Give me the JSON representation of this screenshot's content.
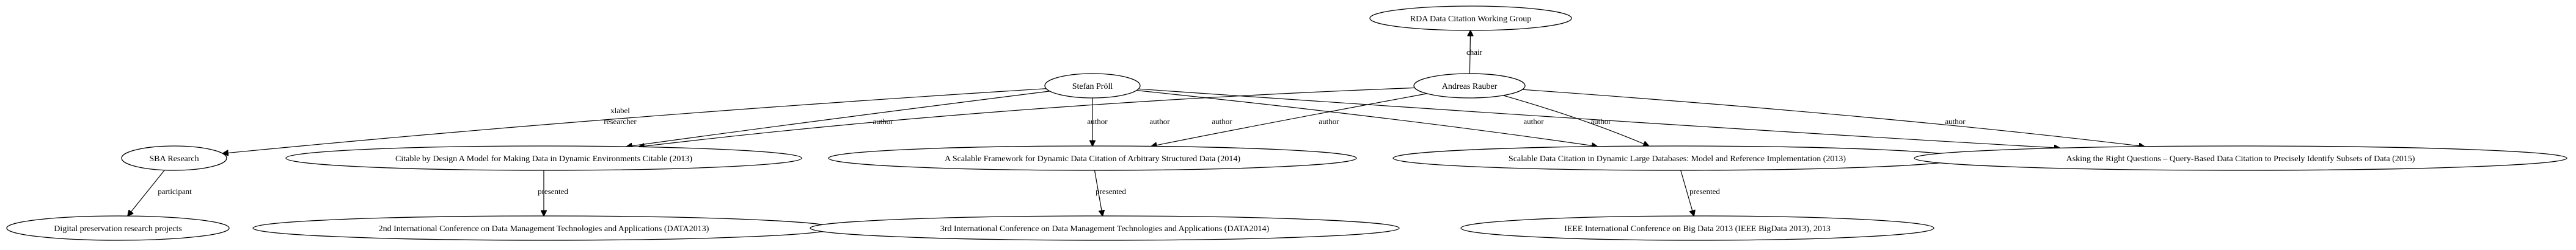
{
  "graph": {
    "nodes": [
      {
        "id": "rda",
        "label": "RDA Data Citation Working Group"
      },
      {
        "id": "stefan",
        "label": "Stefan Pröll"
      },
      {
        "id": "andreas",
        "label": "Andreas Rauber"
      },
      {
        "id": "sba",
        "label": "SBA Research"
      },
      {
        "id": "citable",
        "label": "Citable by Design A Model for Making Data in Dynamic Environments Citable (2013)"
      },
      {
        "id": "scalable_framework",
        "label": "A Scalable Framework for Dynamic Data Citation of Arbitrary Structured Data (2014)"
      },
      {
        "id": "scalable_citation",
        "label": "Scalable Data Citation in Dynamic Large Databases: Model and Reference Implementation (2013)"
      },
      {
        "id": "asking",
        "label": "Asking the Right Questions – Query-Based Data Citation to Precisely Identify Subsets of Data (2015)"
      },
      {
        "id": "digital",
        "label": "Digital preservation research projects"
      },
      {
        "id": "data2013",
        "label": "2nd International Conference on Data Management Technologies and Applications (DATA2013)"
      },
      {
        "id": "data2014",
        "label": "3rd International Conference on Data Management Technologies and Applications (DATA2014)"
      },
      {
        "id": "ieee",
        "label": "IEEE International Conference on Big Data 2013 (IEEE BigData 2013), 2013"
      }
    ],
    "edges": [
      {
        "from": "andreas",
        "to": "rda",
        "label": "chair"
      },
      {
        "from": "stefan",
        "to": "sba",
        "label": "researcher",
        "xlabel": "xlabel"
      },
      {
        "from": "stefan",
        "to": "citable",
        "label": "author"
      },
      {
        "from": "stefan",
        "to": "scalable_framework",
        "label": "author"
      },
      {
        "from": "stefan",
        "to": "scalable_citation",
        "label": "author"
      },
      {
        "from": "stefan",
        "to": "asking",
        "label": "author"
      },
      {
        "from": "andreas",
        "to": "citable",
        "label": "author"
      },
      {
        "from": "andreas",
        "to": "scalable_framework",
        "label": "author"
      },
      {
        "from": "andreas",
        "to": "scalable_citation",
        "label": "author"
      },
      {
        "from": "andreas",
        "to": "asking",
        "label": "author"
      },
      {
        "from": "sba",
        "to": "digital",
        "label": "participant"
      },
      {
        "from": "citable",
        "to": "data2013",
        "label": "presented"
      },
      {
        "from": "scalable_framework",
        "to": "data2014",
        "label": "presented"
      },
      {
        "from": "scalable_citation",
        "to": "ieee",
        "label": "presented"
      }
    ]
  }
}
